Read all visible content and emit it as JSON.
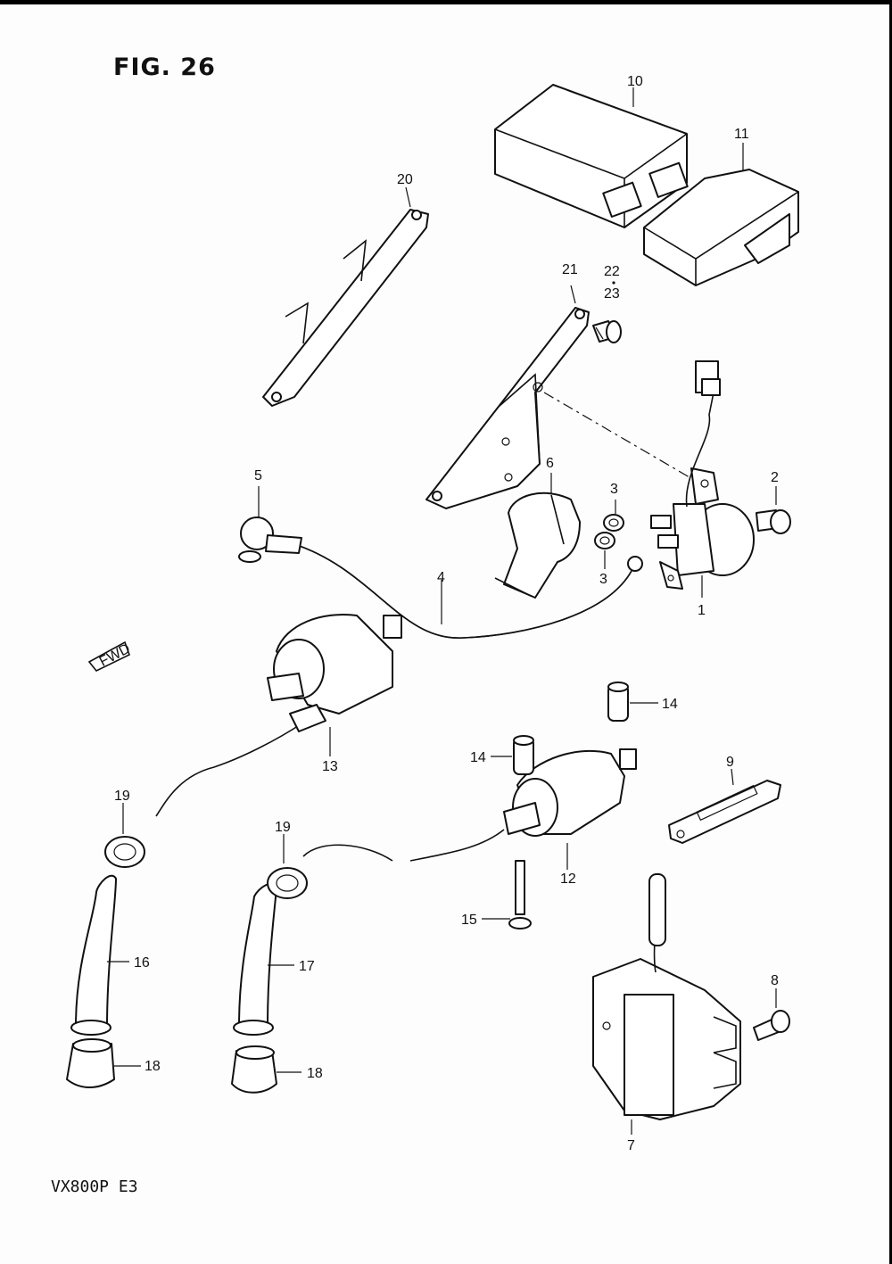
{
  "figure_title": "FIG. 26",
  "model_code": "VX800P  E3",
  "fwd_label": "FWD",
  "parts": {
    "p1": "1",
    "p2": "2",
    "p3a": "3",
    "p3b": "3",
    "p4": "4",
    "p5": "5",
    "p6": "6",
    "p7": "7",
    "p8": "8",
    "p9": "9",
    "p10": "10",
    "p11": "11",
    "p12": "12",
    "p13": "13",
    "p14a": "14",
    "p14b": "14",
    "p15": "15",
    "p16": "16",
    "p17": "17",
    "p18a": "18",
    "p18b": "18",
    "p19a": "19",
    "p19b": "19",
    "p20": "20",
    "p21": "21",
    "p22": "22",
    "p23": "23"
  }
}
